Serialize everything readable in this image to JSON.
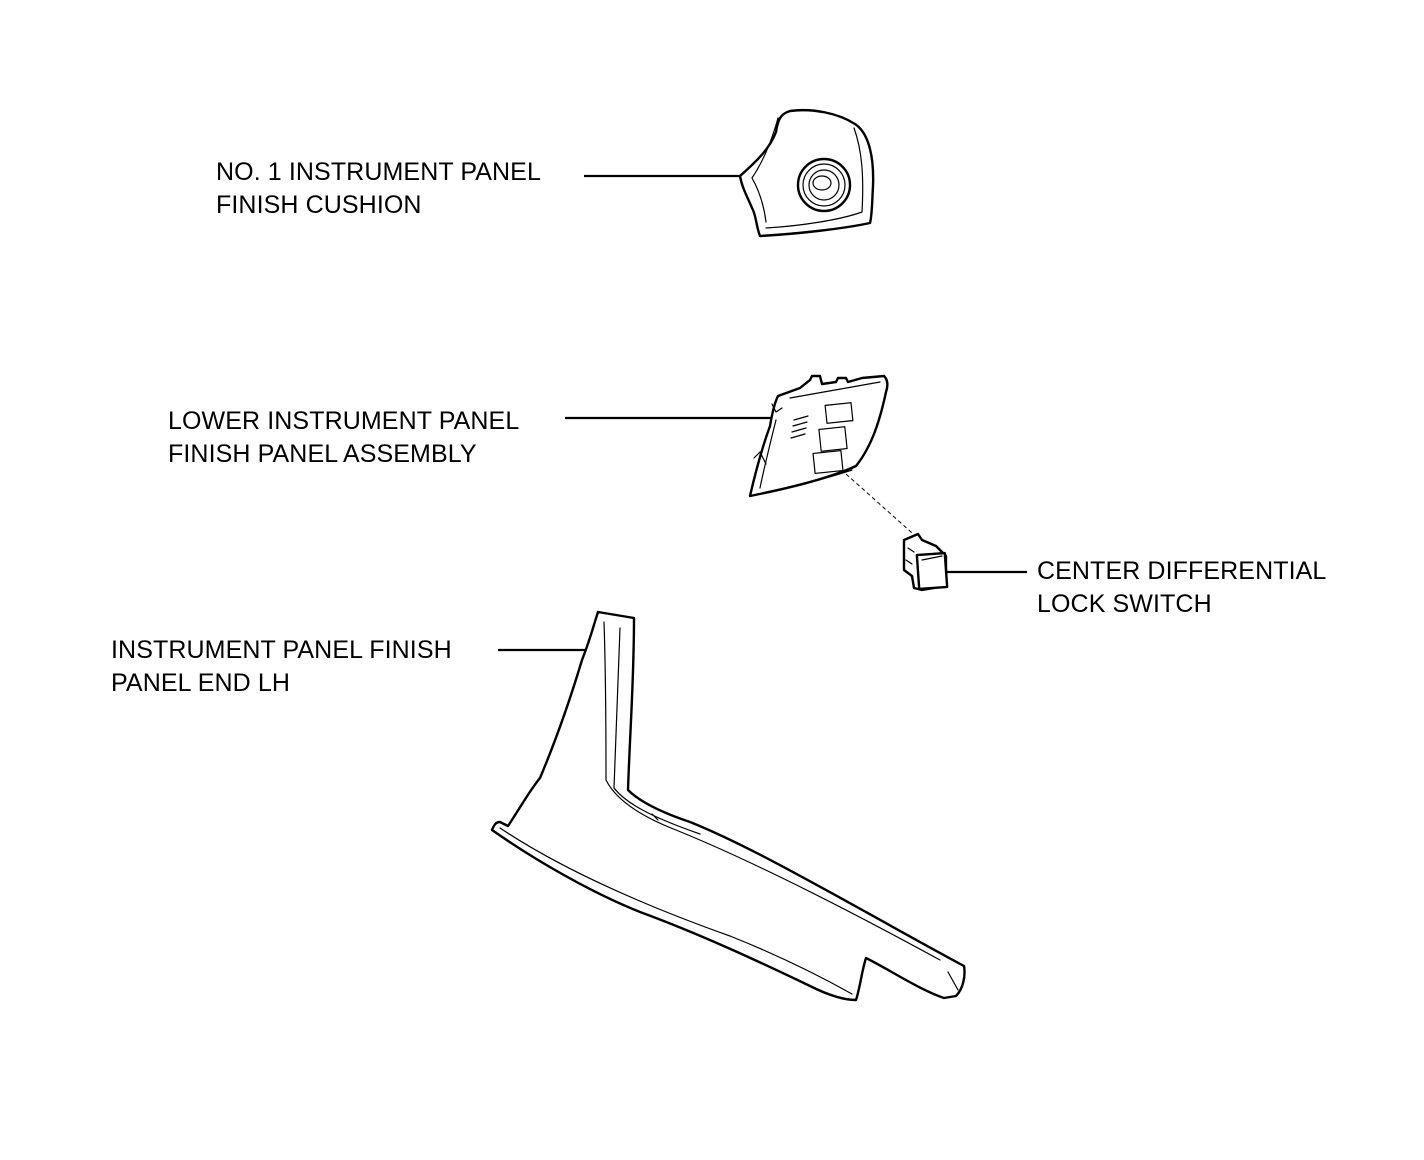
{
  "parts": [
    {
      "id": "cushion",
      "line1": "NO. 1 INSTRUMENT PANEL",
      "line2": "FINISH CUSHION"
    },
    {
      "id": "lower_panel",
      "line1": "LOWER INSTRUMENT PANEL",
      "line2": "FINISH PANEL ASSEMBLY"
    },
    {
      "id": "switch",
      "line1": "CENTER DIFFERENTIAL",
      "line2": "LOCK SWITCH"
    },
    {
      "id": "end_panel",
      "line1": "INSTRUMENT PANEL FINISH",
      "line2": "PANEL END LH"
    }
  ]
}
